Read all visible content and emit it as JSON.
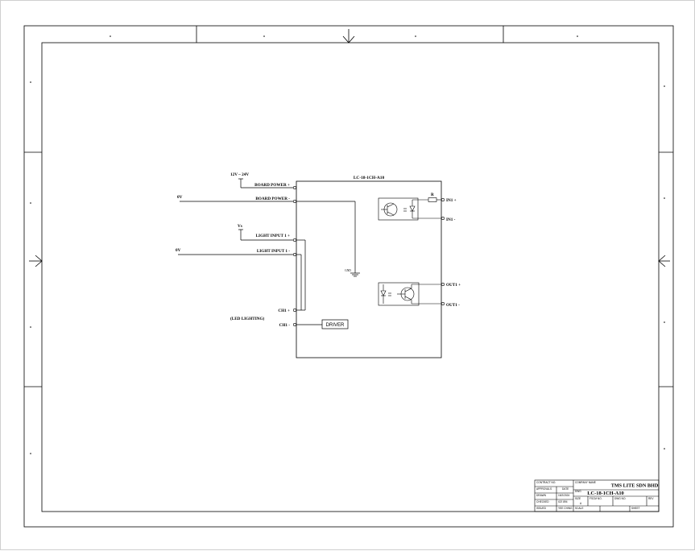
{
  "module": {
    "title": "LC-18-1CH-A10",
    "pins_left": {
      "board_power_plus": "BOARD POWER +",
      "board_power_minus": "BOARD POWER -",
      "light_input_plus": "LIGHT INPUT 1 +",
      "light_input_minus": "LIGHT INPUT 1 -",
      "ch1_plus": "CH1 +",
      "ch1_minus": "CH1 -"
    },
    "pins_right": {
      "in1_plus": "IN1 +",
      "in1_minus": "IN1 -",
      "out1_plus": "OUT1 +",
      "out1_minus": "OUT1 -"
    },
    "gnd_label": "GND",
    "driver_label": "DRIVER",
    "resistor_label": "R"
  },
  "supply": {
    "board_voltage": "12V ~ 24V",
    "zero_v_1": "0V",
    "light_voltage": "Vs",
    "zero_v_2": "0V",
    "led_note": "(LED LIGHTING)"
  },
  "title_block": {
    "contract_no": "CONTRACT NO.",
    "company_name_label": "COMPANY NAME",
    "company_name": "TMS LITE SDN BHD",
    "approvals": "APPROVALS",
    "date": "DATE",
    "drawn": "DRAWN",
    "drawn_date": "15/2/2024",
    "checked": "CHECKED",
    "checked_value": "ICE 894",
    "issued": "ISSUED",
    "issued_value": "YEE CHING",
    "dwg_label": "DWG",
    "model": "LC-18-1CH-A10",
    "size_label": "SIZE",
    "size_value": "A",
    "fscm_label": "FSCM NO.",
    "dwg_no_label": "DWG NO.",
    "rev_label": "REV",
    "scale_label": "SCALE",
    "sheet_label": "SHEET"
  }
}
